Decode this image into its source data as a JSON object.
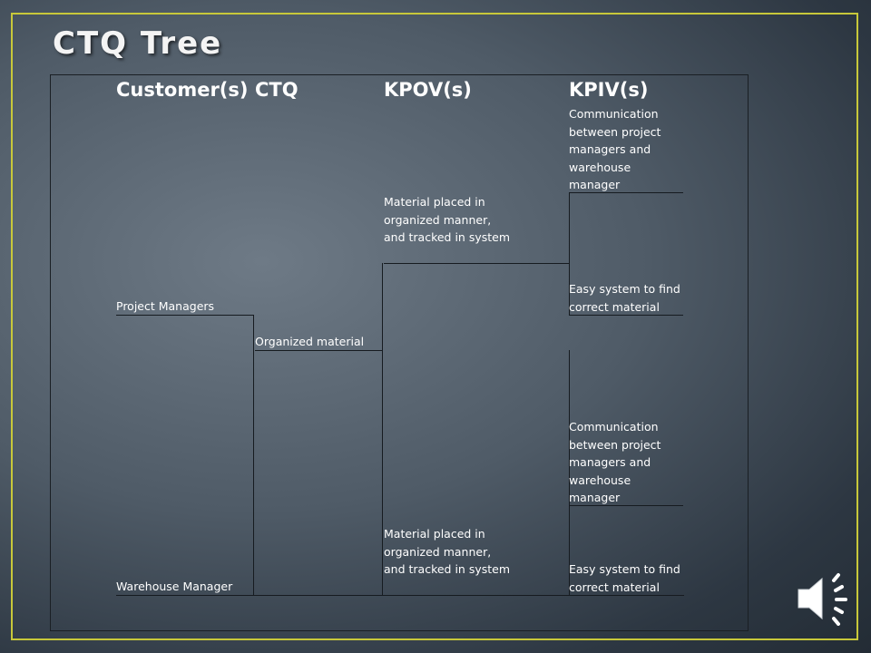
{
  "slide": {
    "title": "CTQ Tree",
    "accent_border": "#c8c83a",
    "text_color": "#ffffff"
  },
  "headers": {
    "customers": "Customer(s)",
    "ctq": "CTQ",
    "kpov": "KPOV(s)",
    "kpiv": "KPIV(s)"
  },
  "tree": {
    "customers": [
      "Project Managers",
      "Warehouse Manager"
    ],
    "ctq": [
      "Organized material"
    ],
    "kpov": [
      "Material placed in organized manner, and tracked in system",
      "Material placed in organized manner, and tracked in system"
    ],
    "kpiv": [
      "Communication between project managers and warehouse manager",
      "Easy system to find correct material",
      "Communication between project managers and warehouse manager",
      "Easy system to find correct material"
    ]
  },
  "icons": {
    "audio": "speaker-icon"
  }
}
